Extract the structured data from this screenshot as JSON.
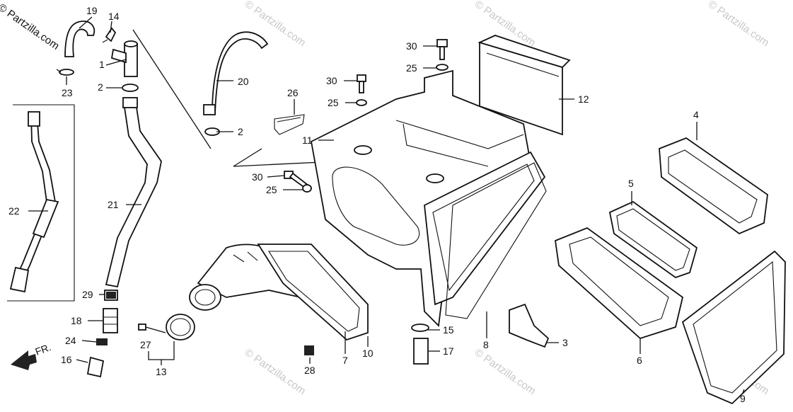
{
  "copyright": "© Partzilla.com",
  "watermark": "© Partzilla.com",
  "front_marker": "FR.",
  "callouts": [
    {
      "id": "c1",
      "text": "1"
    },
    {
      "id": "c2a",
      "text": "2"
    },
    {
      "id": "c2b",
      "text": "2"
    },
    {
      "id": "c3",
      "text": "3"
    },
    {
      "id": "c4",
      "text": "4"
    },
    {
      "id": "c5",
      "text": "5"
    },
    {
      "id": "c6",
      "text": "6"
    },
    {
      "id": "c7",
      "text": "7"
    },
    {
      "id": "c8",
      "text": "8"
    },
    {
      "id": "c9",
      "text": "9"
    },
    {
      "id": "c10",
      "text": "10"
    },
    {
      "id": "c11",
      "text": "11"
    },
    {
      "id": "c12",
      "text": "12"
    },
    {
      "id": "c13",
      "text": "13"
    },
    {
      "id": "c14",
      "text": "14"
    },
    {
      "id": "c15",
      "text": "15"
    },
    {
      "id": "c16",
      "text": "16"
    },
    {
      "id": "c17",
      "text": "17"
    },
    {
      "id": "c18",
      "text": "18"
    },
    {
      "id": "c19",
      "text": "19"
    },
    {
      "id": "c20",
      "text": "20"
    },
    {
      "id": "c21",
      "text": "21"
    },
    {
      "id": "c22",
      "text": "22"
    },
    {
      "id": "c23",
      "text": "23"
    },
    {
      "id": "c24",
      "text": "24"
    },
    {
      "id": "c25a",
      "text": "25"
    },
    {
      "id": "c25b",
      "text": "25"
    },
    {
      "id": "c25c",
      "text": "25"
    },
    {
      "id": "c26",
      "text": "26"
    },
    {
      "id": "c27",
      "text": "27"
    },
    {
      "id": "c28",
      "text": "28"
    },
    {
      "id": "c29",
      "text": "29"
    },
    {
      "id": "c30a",
      "text": "30"
    },
    {
      "id": "c30b",
      "text": "30"
    },
    {
      "id": "c30c",
      "text": "30"
    }
  ]
}
